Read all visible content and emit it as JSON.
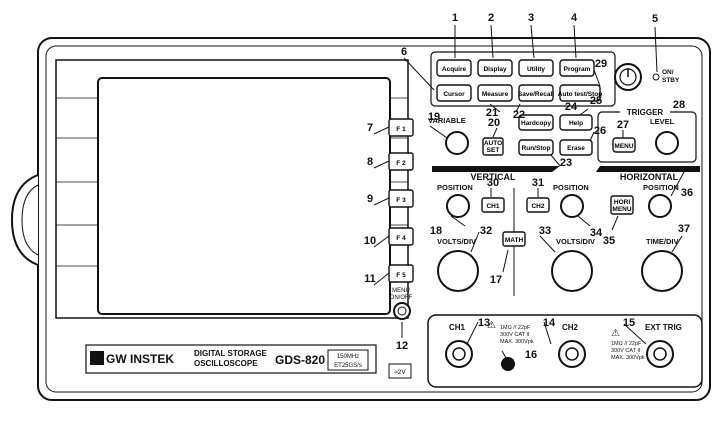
{
  "callouts": [
    "1",
    "2",
    "3",
    "4",
    "5",
    "6",
    "7",
    "8",
    "9",
    "10",
    "11",
    "12",
    "13",
    "14",
    "15",
    "16",
    "17",
    "18",
    "19",
    "20",
    "21",
    "22",
    "23",
    "24",
    "25",
    "26",
    "27",
    "28",
    "29",
    "30",
    "31",
    "32",
    "33",
    "34",
    "35",
    "36",
    "37"
  ],
  "buttons": {
    "acquire": "Acquire",
    "display": "Display",
    "utility": "Utility",
    "program": "Program",
    "cursor": "Cursor",
    "measure": "Measure",
    "save_recall": "Save/Recall",
    "auto_test": "Auto test/Stop",
    "hardcopy": "Hardcopy",
    "help": "Help",
    "run_stop": "Run/Stop",
    "erase": "Erase",
    "autoset_1": "AUTO",
    "autoset_2": "SET",
    "trigger_menu": "MENU",
    "ch1": "CH1",
    "ch2": "CH2",
    "math": "MATH",
    "horiz_menu_1": "HORI",
    "horiz_menu_2": "MENU",
    "f1": "F 1",
    "f2": "F 2",
    "f3": "F 3",
    "f4": "F 4",
    "f5": "F 5"
  },
  "labels": {
    "on_stby_1": "ON/",
    "on_stby_2": "STBY",
    "variable": "VARIABLE",
    "trigger": "TRIGGER",
    "level": "LEVEL",
    "vertical": "VERTICAL",
    "horizontal": "HORIZONTAL",
    "position_1": "POSITION",
    "position_2": "POSITION",
    "position_h": "POSITION",
    "volts_div_1": "VOLTS/DIV",
    "volts_div_2": "VOLTS/DIV",
    "time_div": "TIME/DIV",
    "menu_onoff_1": "MENU",
    "menu_onoff_2": "ON/OFF",
    "ch1_in": "CH1",
    "ch2_in": "CH2",
    "ext_trig": "EXT TRIG",
    "spec_1_a": "1MΩ // 22pF",
    "spec_1_b": "300V  CAT II",
    "spec_1_c": "MAX. 300Vpk",
    "spec_2_a": "1MΩ // 22pF",
    "spec_2_b": "300V  CAT II",
    "spec_2_c": "MAX. 300Vpk",
    "brand": "GW INSTEK",
    "model_desc_1": "DIGITAL STORAGE",
    "model_desc_2": "OSCILLOSCOPE",
    "model": "GDS-820",
    "bw_1": "150MHz",
    "bw_2": "ET25GS/s",
    "probe_comp": "≈2V"
  }
}
